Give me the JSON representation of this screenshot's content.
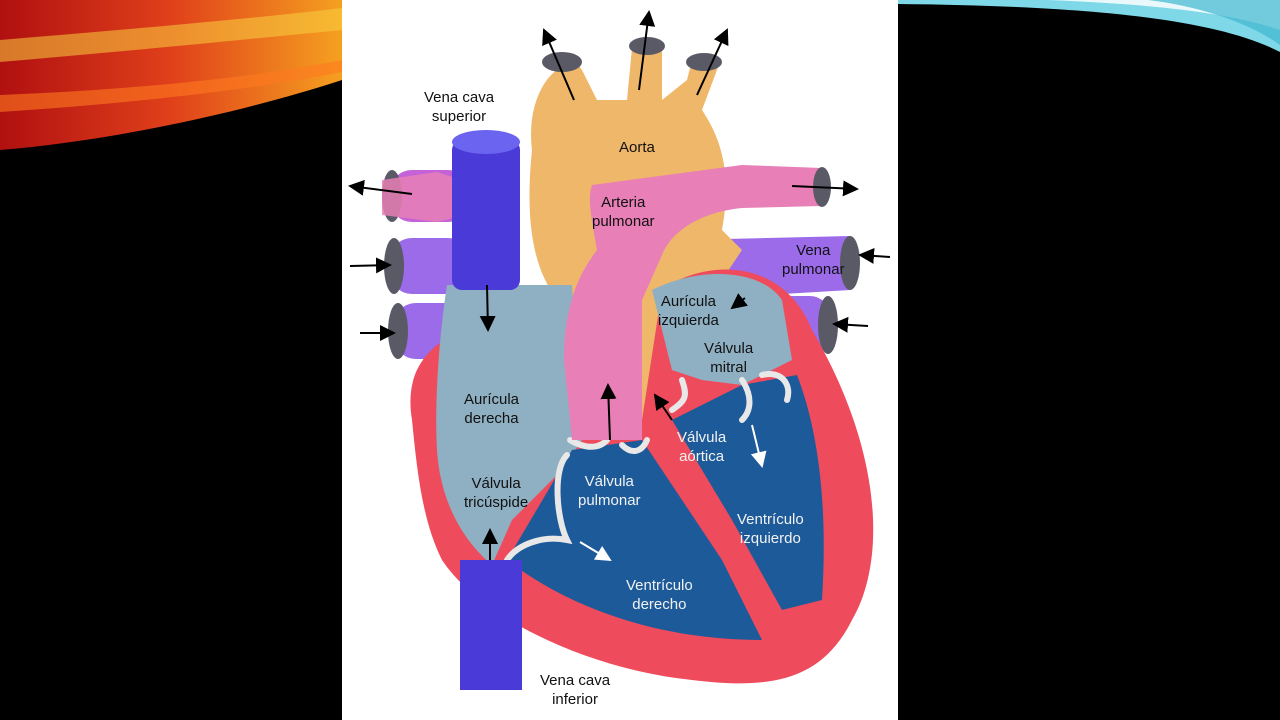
{
  "slide": {
    "background": "#000000",
    "diagram": {
      "labels": {
        "vena_cava_superior": [
          "Vena cava",
          "superior"
        ],
        "aorta": [
          "Aorta"
        ],
        "arteria_pulmonar": [
          "Arteria",
          "pulmonar"
        ],
        "vena_pulmonar": [
          "Vena",
          "pulmonar"
        ],
        "auricula_izquierda": [
          "Aurícula",
          "izquierda"
        ],
        "valvula_mitral": [
          "Válvula",
          "mitral"
        ],
        "auricula_derecha": [
          "Aurícula",
          "derecha"
        ],
        "valvula_aortica": [
          "Válvula",
          "aórtica"
        ],
        "valvula_tricuspide": [
          "Válvula",
          "tricúspide"
        ],
        "valvula_pulmonar": [
          "Válvula",
          "pulmonar"
        ],
        "ventriculo_izquierdo": [
          "Ventrículo",
          "izquierdo"
        ],
        "ventriculo_derecho": [
          "Ventrículo",
          "derecho"
        ],
        "vena_cava_inferior": [
          "Vena cava",
          "inferior"
        ]
      },
      "colors": {
        "aorta": "#efb769",
        "pulmonary_artery": "#e87fb6",
        "pulmonary_vein": "#9b6bea",
        "vena_cava": "#4a3bd8",
        "atria": "#8fb0c2",
        "ventricles": "#1d5a9a",
        "myocardium": "#ee4c5c"
      }
    }
  }
}
